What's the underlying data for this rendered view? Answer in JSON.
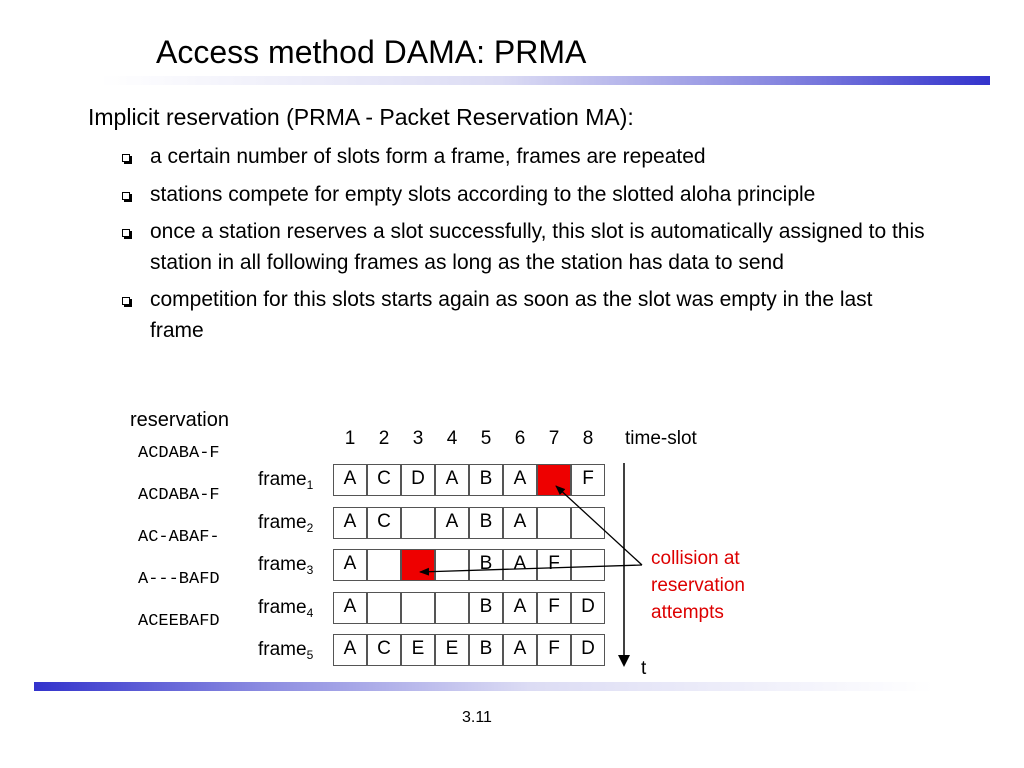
{
  "title": "Access method DAMA: PRMA",
  "lead": "Implicit reservation (PRMA - Packet Reservation MA):",
  "bullets": [
    "a certain number of slots form a frame, frames are repeated",
    "stations compete for empty slots according to the slotted aloha principle",
    "once a station reserves a slot successfully, this slot is automatically assigned to this station in all following frames as long as the station has data to send",
    "competition for this slots starts again as soon as the slot was empty in the last frame"
  ],
  "diagram": {
    "reservation_label": "reservation",
    "reservation_patterns": [
      "ACDABA-F",
      "ACDABA-F",
      "AC-ABAF-",
      "A---BAFD",
      "ACEEBAFD"
    ],
    "slot_numbers": [
      "1",
      "2",
      "3",
      "4",
      "5",
      "6",
      "7",
      "8"
    ],
    "time_slot_label": "time-slot",
    "frames": [
      {
        "name": "frame",
        "index": "1",
        "slots": [
          "A",
          "C",
          "D",
          "A",
          "B",
          "A",
          "",
          "F"
        ],
        "collision_slots": [
          7
        ]
      },
      {
        "name": "frame",
        "index": "2",
        "slots": [
          "A",
          "C",
          "",
          "A",
          "B",
          "A",
          "",
          ""
        ],
        "collision_slots": []
      },
      {
        "name": "frame",
        "index": "3",
        "slots": [
          "A",
          "",
          "",
          "",
          "B",
          "A",
          "F",
          ""
        ],
        "collision_slots": [
          3
        ]
      },
      {
        "name": "frame",
        "index": "4",
        "slots": [
          "A",
          "",
          "",
          "",
          "B",
          "A",
          "F",
          "D"
        ],
        "collision_slots": []
      },
      {
        "name": "frame",
        "index": "5",
        "slots": [
          "A",
          "C",
          "E",
          "E",
          "B",
          "A",
          "F",
          "D"
        ],
        "collision_slots": []
      }
    ],
    "collision_label": "collision at reservation attempts",
    "time_axis_label": "t"
  },
  "colors": {
    "collision": "#ee0000",
    "annotation": "#dd0000",
    "accent_rule": "#3333cc"
  },
  "page_number": "3.11"
}
